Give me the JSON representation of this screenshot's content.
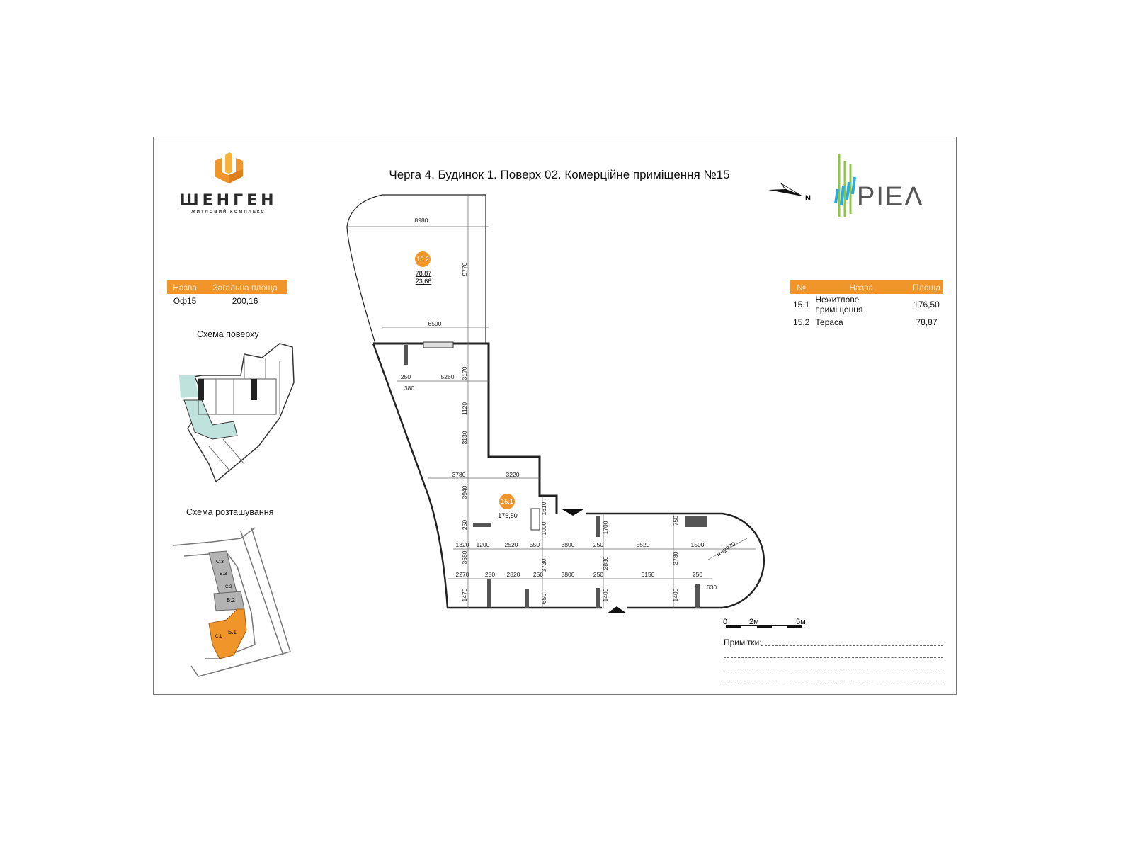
{
  "title": "Черга 4. Будинок 1. Поверх 02. Комерційне приміщення №15",
  "brand_left": {
    "name": "ШЕНГЕН",
    "subtitle": "ЖИТЛОВИЙ КОМПЛЕКС",
    "logo_color": "#f0952a"
  },
  "brand_right": {
    "name": "PIEΛ",
    "colors": [
      "#8dc63f",
      "#29abe2",
      "#555555"
    ]
  },
  "compass": {
    "label": "N"
  },
  "summary_table": {
    "headers": [
      "Назва",
      "Загальна площа"
    ],
    "rows": [
      {
        "name": "Оф15",
        "area": "200,16"
      }
    ]
  },
  "rooms_table": {
    "headers": [
      "№",
      "Назва",
      "Площа"
    ],
    "rows": [
      {
        "no": "15.1",
        "name": "Нежитлове приміщення",
        "area": "176,50"
      },
      {
        "no": "15.2",
        "name": "Тераса",
        "area": "78,87"
      }
    ]
  },
  "floor_scheme": {
    "label": "Схема поверху",
    "highlight": "#bfe3dc"
  },
  "location_scheme": {
    "label": "Схема розташування",
    "highlight": "#f0952a",
    "buildings": [
      "Б.1",
      "Б.2",
      "Б.3",
      "С.1",
      "С.2",
      "С.3",
      "С.1"
    ]
  },
  "plan": {
    "rooms": [
      {
        "id": "15.2",
        "area": "78,87",
        "area2": "23,66"
      },
      {
        "id": "15.1",
        "area": "176,50"
      }
    ],
    "dimensions": [
      "8980",
      "9770",
      "6590",
      "250",
      "5250",
      "380",
      "3170",
      "1120",
      "3130",
      "3780",
      "3220",
      "3940",
      "1610",
      "250",
      "1000",
      "1700",
      "750",
      "1320",
      "1200",
      "2520",
      "550",
      "3800",
      "250",
      "5520",
      "1500",
      "R=2970",
      "3680",
      "3730",
      "2830",
      "3780",
      "2270",
      "250",
      "2820",
      "250",
      "3800",
      "250",
      "6150",
      "250",
      "630",
      "1470",
      "650",
      "1400",
      "1400"
    ],
    "badge_color": "#f0952a"
  },
  "scale": {
    "labels": [
      "0",
      "2м",
      "5м"
    ]
  },
  "notes": {
    "label": "Примітки:"
  }
}
